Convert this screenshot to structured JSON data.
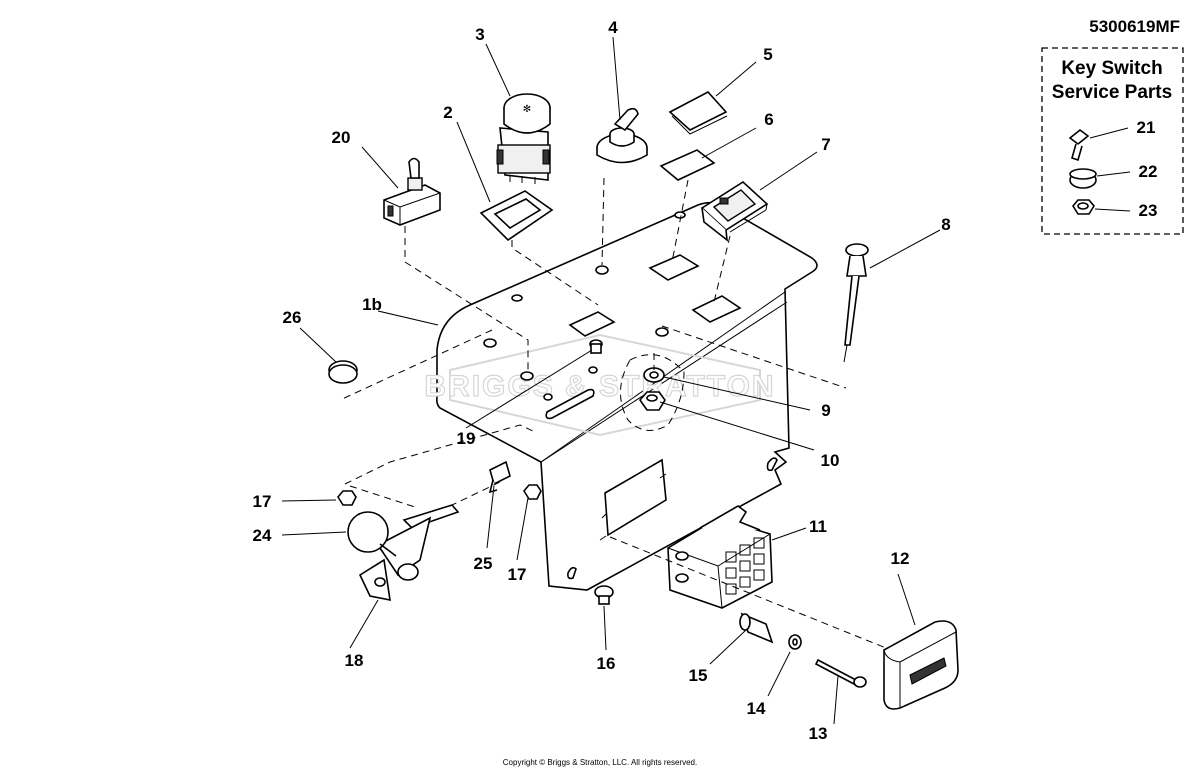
{
  "drawing_number": "5300619MF",
  "service_box": {
    "title_line1": "Key Switch",
    "title_line2": "Service Parts",
    "labels": [
      "21",
      "22",
      "23"
    ]
  },
  "watermark": "BRIGGS & STRATTON",
  "copyright": "Copyright © Briggs & Stratton, LLC. All rights reserved.",
  "callouts": {
    "p1b": "1b",
    "p2": "2",
    "p3": "3",
    "p4": "4",
    "p5": "5",
    "p6": "6",
    "p7": "7",
    "p8": "8",
    "p9": "9",
    "p10": "10",
    "p11": "11",
    "p12": "12",
    "p13": "13",
    "p14": "14",
    "p15": "15",
    "p16": "16",
    "p17a": "17",
    "p17b": "17",
    "p18": "18",
    "p19": "19",
    "p20": "20",
    "p24": "24",
    "p25": "25",
    "p26": "26"
  }
}
